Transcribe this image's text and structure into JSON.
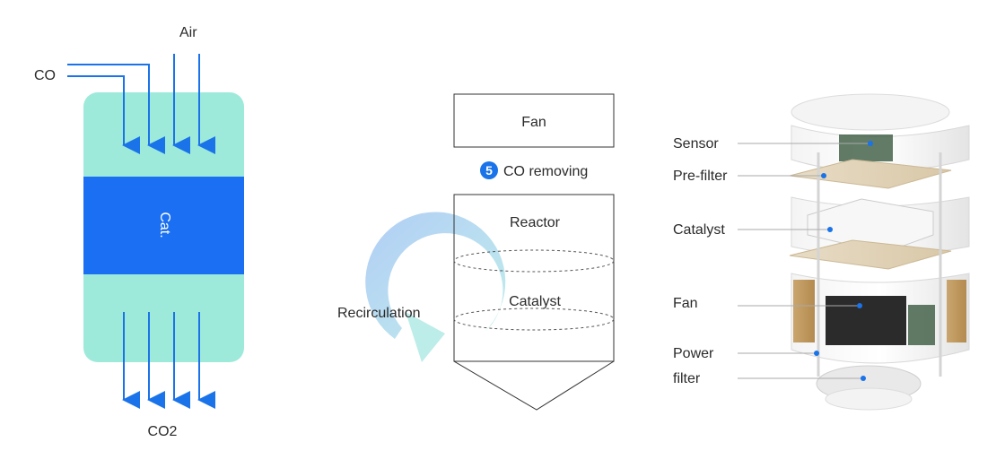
{
  "left_diagram": {
    "inputs": {
      "co": "CO",
      "air": "Air"
    },
    "catalyst_label": "Cat.",
    "output_label": "CO2"
  },
  "middle_diagram": {
    "fan_label": "Fan",
    "step": {
      "number": "5",
      "label": "CO removing"
    },
    "reactor_label": "Reactor",
    "catalyst_label": "Catalyst",
    "recirculation_label": "Recirculation"
  },
  "right_diagram": {
    "labels": {
      "sensor": "Sensor",
      "pre_filter": "Pre-filter",
      "catalyst": "Catalyst",
      "fan": "Fan",
      "power": "Power",
      "filter": "filter"
    }
  },
  "colors": {
    "mint": "#9deadb",
    "catalyst_blue": "#1b6ff2",
    "arrow_blue": "#1a73e8",
    "step_badge": "#1a73e8"
  }
}
